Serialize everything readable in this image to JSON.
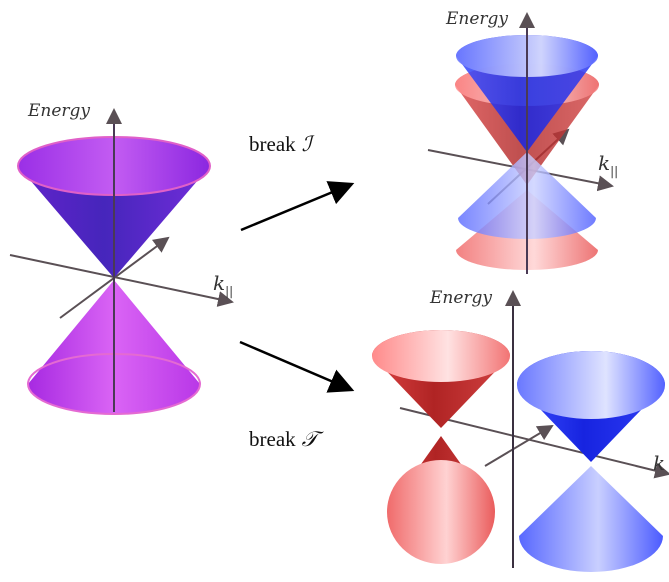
{
  "axis_labels": {
    "energy": "Energy",
    "momentum_main": "k",
    "momentum_sub": "||"
  },
  "transitions": {
    "inversion": {
      "word": "break",
      "symbol": "ℐ"
    },
    "time_reversal": {
      "word": "break",
      "symbol": "𝒯"
    }
  },
  "colors": {
    "purple": "#b01ee0",
    "blue": "#1a2cff",
    "red": "#e02a2a",
    "axis": "#5a5055"
  }
}
